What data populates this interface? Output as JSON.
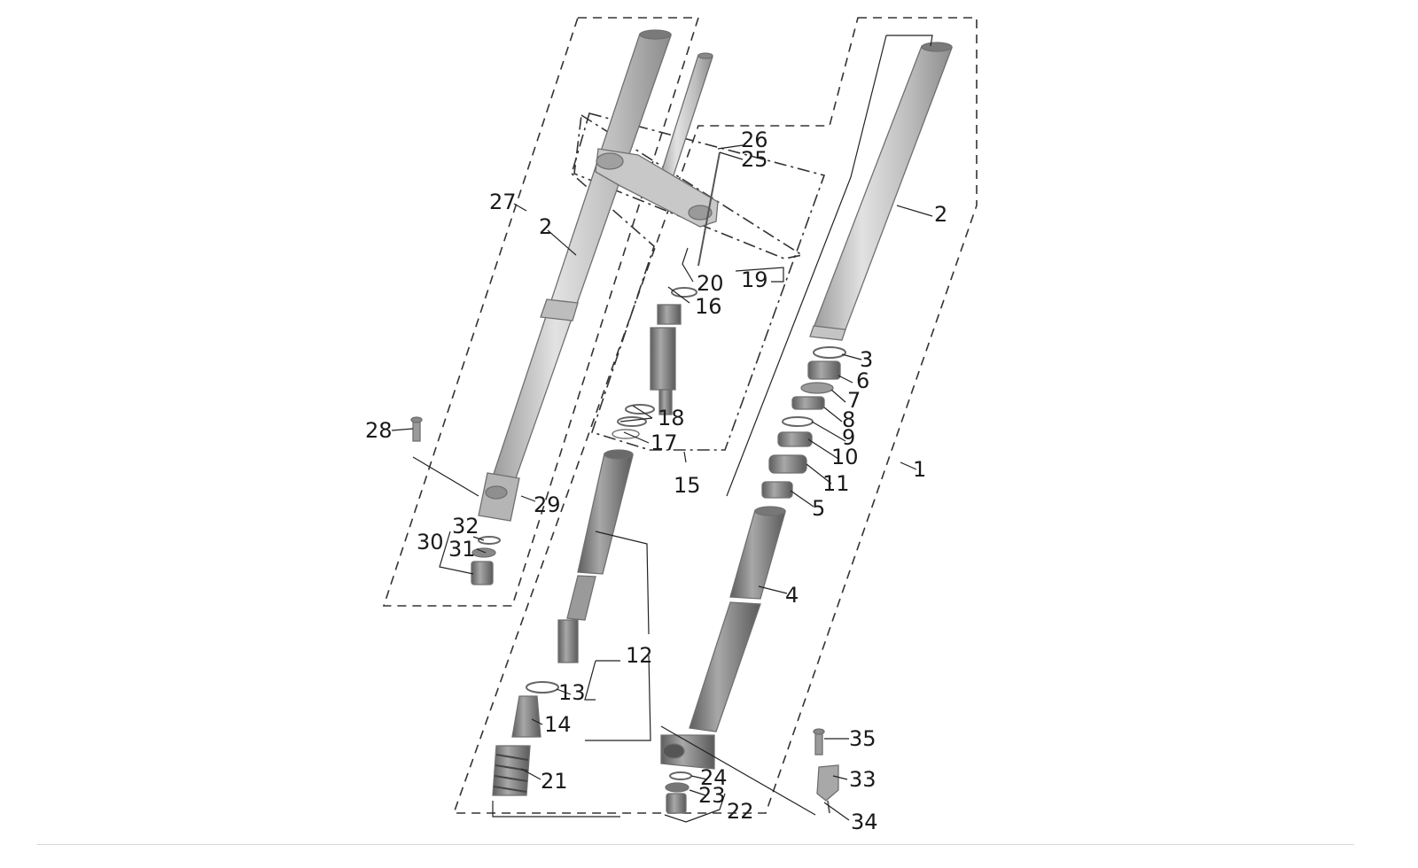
{
  "diagram": {
    "colors": {
      "part_fill": "#cdcdcd",
      "part_dark": "#8a8a8a",
      "line": "#333333",
      "background": "#ffffff"
    },
    "callouts": {
      "c1": "1",
      "c2a": "2",
      "c2b": "2",
      "c3": "3",
      "c4": "4",
      "c5": "5",
      "c6": "6",
      "c7": "7",
      "c8": "8",
      "c9": "9",
      "c10": "10",
      "c11": "11",
      "c12": "12",
      "c13": "13",
      "c14": "14",
      "c15": "15",
      "c16": "16",
      "c17": "17",
      "c18": "18",
      "c19": "19",
      "c20": "20",
      "c21": "21",
      "c22": "22",
      "c23": "23",
      "c24": "24",
      "c25": "25",
      "c26": "26",
      "c27": "27",
      "c28": "28",
      "c29": "29",
      "c30": "30",
      "c31": "31",
      "c32": "32",
      "c33": "33",
      "c34": "34",
      "c35": "35"
    }
  }
}
